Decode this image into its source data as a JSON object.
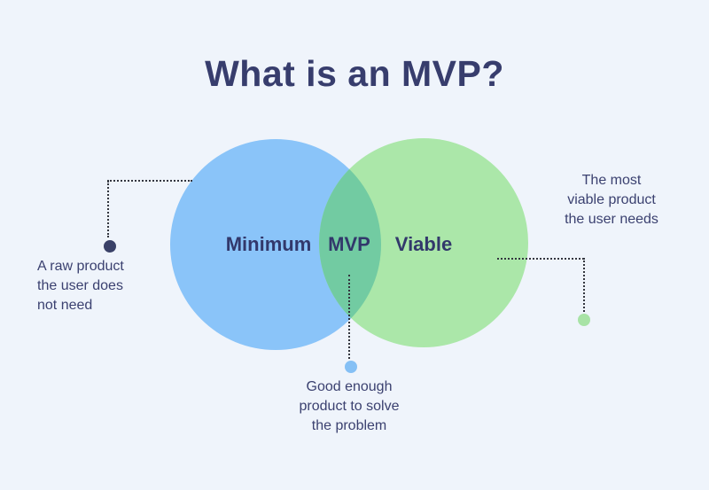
{
  "title": "What is an MVP?",
  "venn": {
    "left_label": "Minimum",
    "center_label": "MVP",
    "right_label": "Viable"
  },
  "annotations": {
    "left": "A raw product\nthe user does\nnot need",
    "right": "The most\nviable product\nthe user needs",
    "bottom": "Good enough\nproduct to solve\nthe problem"
  },
  "colors": {
    "background": "#eff4fb",
    "title_text": "#373d6d",
    "blue_circle": "#8ac4f9",
    "green_circle": "#abe7a9",
    "overlap": "#72cba2",
    "left_dot": "#3a4168",
    "bottom_dot": "#85c0f5",
    "right_dot": "#a8e3a6",
    "connector_line": "#33363f"
  }
}
